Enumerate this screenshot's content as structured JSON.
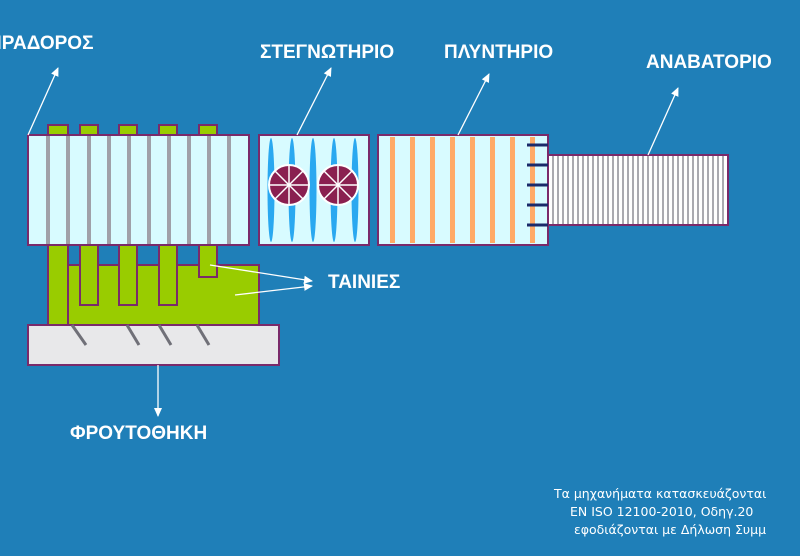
{
  "labels": {
    "sorter": "ΠΡΑΔΟΡΟΣ",
    "dryer": "ΣΤΕΓΝΩΤΗΡΙΟ",
    "washer": "ΠΛΥΝΤΗΡΙΟ",
    "elevator": "ΑΝΑΒΑΤΟΡΙΟ",
    "belts": "ΤΑΙΝΙΕΣ",
    "fruit_store": "ΦΡΟΥΤΟΘΗΚΗ"
  },
  "footnote": {
    "line1": "Τα μηχανήματα κατασκευάζονται",
    "line2": "EN ISO 12100-2010, Οδηγ.20",
    "line3": "εφοδιάζονται με Δήλωση Συμμ"
  },
  "colors": {
    "background": "#1f7fb8",
    "machine_fill": "#d8fbff",
    "outline": "#7a2a6a",
    "belt_green": "#99cc00",
    "roller_gray": "#a0a0a8",
    "dryer_blue": "#2aa8f0",
    "washer_orange": "#ffaa66",
    "fan_fill": "#8a2050",
    "fruit_store_fill": "#e8e8ea",
    "arrow_white": "#ffffff",
    "stub_navy": "#1a2a6a"
  },
  "icons": [
    "fan-icon",
    "arrow-icon"
  ]
}
